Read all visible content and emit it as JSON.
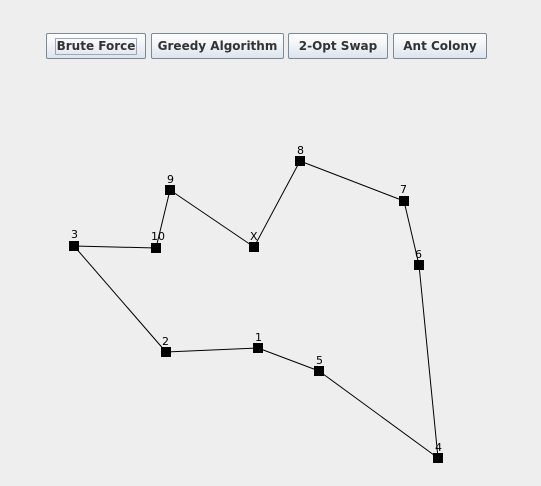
{
  "toolbar": {
    "buttons": [
      {
        "label": "Brute Force",
        "focused": true
      },
      {
        "label": "Greedy Algorithm",
        "focused": false
      },
      {
        "label": "2-Opt Swap",
        "focused": false
      },
      {
        "label": "Ant Colony",
        "focused": false
      }
    ]
  },
  "graph": {
    "nodes": [
      {
        "id": "X",
        "label": "X"
      },
      {
        "id": "1",
        "label": "1"
      },
      {
        "id": "2",
        "label": "2"
      },
      {
        "id": "3",
        "label": "3"
      },
      {
        "id": "4",
        "label": "4"
      },
      {
        "id": "5",
        "label": "5"
      },
      {
        "id": "6",
        "label": "6"
      },
      {
        "id": "7",
        "label": "7"
      },
      {
        "id": "8",
        "label": "8"
      },
      {
        "id": "9",
        "label": "9"
      },
      {
        "id": "10",
        "label": "10"
      }
    ],
    "tour": [
      "X",
      "9",
      "10",
      "3",
      "2",
      "1",
      "5",
      "4",
      "6",
      "7",
      "8",
      "X"
    ]
  },
  "colors": {
    "background": "#eeeeee",
    "node_fill": "#000000",
    "edge": "#000000"
  }
}
